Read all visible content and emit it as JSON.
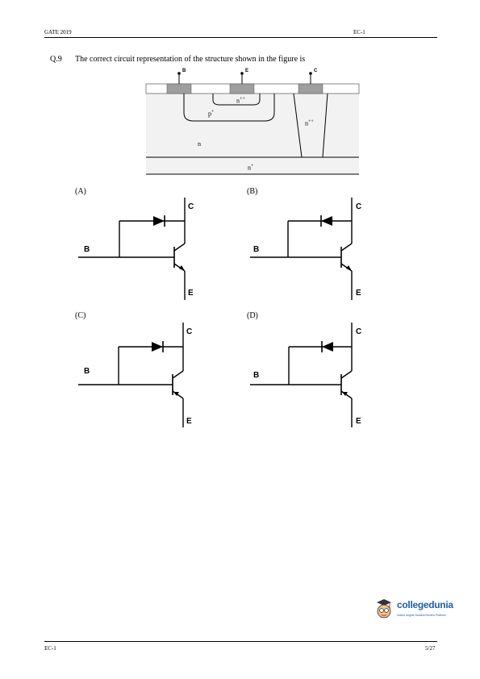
{
  "header": {
    "left": "GATE 2019",
    "right": "EC-1"
  },
  "question": {
    "number": "Q.9",
    "text": "The correct circuit representation of the structure shown in the figure is"
  },
  "structure": {
    "terminals": [
      "B",
      "E",
      "C"
    ],
    "regions": {
      "p_plus": "p",
      "p_sup": "+",
      "n_pp_e": "n",
      "n_pp_e_sup": "++",
      "n_pp_c": "n",
      "n_pp_c_sup": "++",
      "n": "n",
      "n_plus": "n",
      "n_plus_sup": "+"
    }
  },
  "options": [
    {
      "label": "(A)",
      "B": "B",
      "C": "C",
      "E": "E"
    },
    {
      "label": "(B)",
      "B": "B",
      "C": "C",
      "E": "E"
    },
    {
      "label": "(C)",
      "B": "B",
      "C": "C",
      "E": "E"
    },
    {
      "label": "(D)",
      "B": "B",
      "C": "C",
      "E": "E"
    }
  ],
  "logo": {
    "name": "collegedunia",
    "tagline": "India's largest Student Review Platform"
  },
  "footer": {
    "left": "EC-1",
    "right": "5/27"
  }
}
